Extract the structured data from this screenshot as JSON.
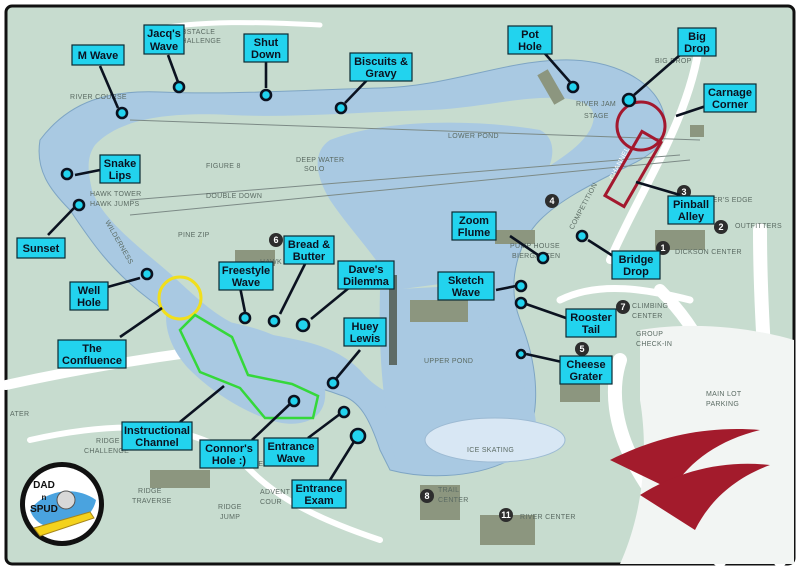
{
  "callouts": [
    {
      "id": "m-wave",
      "lines": [
        "M Wave"
      ],
      "icon": "spot-marker"
    },
    {
      "id": "jacqs-wave",
      "lines": [
        "Jacq's",
        "Wave"
      ],
      "icon": "spot-marker"
    },
    {
      "id": "shut-down",
      "lines": [
        "Shut",
        "Down"
      ],
      "icon": "spot-marker"
    },
    {
      "id": "biscuits-gravy",
      "lines": [
        "Biscuits &",
        "Gravy"
      ],
      "icon": "spot-marker"
    },
    {
      "id": "pot-hole",
      "lines": [
        "Pot",
        "Hole"
      ],
      "icon": "spot-marker"
    },
    {
      "id": "big-drop",
      "lines": [
        "Big",
        "Drop"
      ],
      "icon": "spot-marker"
    },
    {
      "id": "carnage-corner",
      "lines": [
        "Carnage",
        "Corner"
      ],
      "icon": "circle-outline"
    },
    {
      "id": "snake-lips",
      "lines": [
        "Snake",
        "Lips"
      ],
      "icon": "spot-marker"
    },
    {
      "id": "sunset",
      "lines": [
        "Sunset"
      ],
      "icon": "spot-marker"
    },
    {
      "id": "pinball-alley",
      "lines": [
        "Pinball",
        "Alley"
      ],
      "icon": "channel-box"
    },
    {
      "id": "zoom-flume",
      "lines": [
        "Zoom",
        "Flume"
      ],
      "icon": "spot-marker"
    },
    {
      "id": "bread-butter",
      "lines": [
        "Bread &",
        "Butter"
      ],
      "icon": "spot-marker"
    },
    {
      "id": "freestyle-wave",
      "lines": [
        "Freestyle",
        "Wave"
      ],
      "icon": "spot-marker"
    },
    {
      "id": "daves-dilemma",
      "lines": [
        "Dave's",
        "Dilemma"
      ],
      "icon": "spot-marker"
    },
    {
      "id": "bridge-drop",
      "lines": [
        "Bridge",
        "Drop"
      ],
      "icon": "spot-marker"
    },
    {
      "id": "well-hole",
      "lines": [
        "Well",
        "Hole"
      ],
      "icon": "spot-marker"
    },
    {
      "id": "sketch-wave",
      "lines": [
        "Sketch",
        "Wave"
      ],
      "icon": "spot-marker"
    },
    {
      "id": "rooster-tail",
      "lines": [
        "Rooster",
        "Tail"
      ],
      "icon": "spot-marker"
    },
    {
      "id": "the-confluence",
      "lines": [
        "The",
        "Confluence"
      ],
      "icon": "circle-outline"
    },
    {
      "id": "huey-lewis",
      "lines": [
        "Huey",
        "Lewis"
      ],
      "icon": "spot-marker"
    },
    {
      "id": "cheese-grater",
      "lines": [
        "Cheese",
        "Grater"
      ],
      "icon": "spot-marker"
    },
    {
      "id": "instructional-channel",
      "lines": [
        "Instructional",
        "Channel"
      ],
      "icon": "channel-outline"
    },
    {
      "id": "connors-hole",
      "lines": [
        "Connor's",
        "Hole :)"
      ],
      "icon": "spot-marker"
    },
    {
      "id": "entrance-wave",
      "lines": [
        "Entrance",
        "Wave"
      ],
      "icon": "spot-marker"
    },
    {
      "id": "entrance-exam",
      "lines": [
        "Entrance",
        "Exam"
      ],
      "icon": "spot-marker"
    }
  ],
  "base_labels": [
    {
      "id": "obstacle-challenge",
      "lines": [
        "OBSTACLE",
        "CHALLENGE"
      ]
    },
    {
      "id": "river-course",
      "lines": [
        "RIVER COURSE"
      ]
    },
    {
      "id": "big-drop-label",
      "lines": [
        "BIG DROP"
      ]
    },
    {
      "id": "river-jam-stage",
      "lines": [
        "RIVER JAM",
        "STAGE"
      ]
    },
    {
      "id": "lower-pond",
      "lines": [
        "LOWER POND"
      ]
    },
    {
      "id": "figure-8",
      "lines": [
        "FIGURE 8"
      ]
    },
    {
      "id": "deep-water-solo",
      "lines": [
        "DEEP WATER",
        "SOLO"
      ]
    },
    {
      "id": "hawk-tower",
      "lines": [
        "HAWK TOWER",
        "HAWK JUMPS"
      ]
    },
    {
      "id": "double-down",
      "lines": [
        "DOUBLE DOWN"
      ]
    },
    {
      "id": "pine-zip",
      "lines": [
        "PINE ZIP"
      ]
    },
    {
      "id": "hawk-island",
      "lines": [
        "HAWK ISL"
      ]
    },
    {
      "id": "wilderness",
      "lines": [
        "WILDERNESS"
      ]
    },
    {
      "id": "competition-channel",
      "lines": [
        "COMPETITION"
      ]
    },
    {
      "id": "channel-label",
      "lines": [
        "CHANNEL"
      ]
    },
    {
      "id": "pumphouse-biergarten",
      "lines": [
        "PUMP HOUSE",
        "BIERGARTEN"
      ]
    },
    {
      "id": "rivers-edge",
      "lines": [
        "RIVER'S EDGE"
      ]
    },
    {
      "id": "outfitters",
      "lines": [
        "OUTFITTERS"
      ]
    },
    {
      "id": "dickson-center",
      "lines": [
        "DICKSON CENTER"
      ]
    },
    {
      "id": "climbing-center",
      "lines": [
        "CLIMBING",
        "CENTER"
      ]
    },
    {
      "id": "group-checkin",
      "lines": [
        "GROUP",
        "CHECK-IN"
      ]
    },
    {
      "id": "upper-pond",
      "lines": [
        "UPPER POND"
      ]
    },
    {
      "id": "ice-skating",
      "lines": [
        "ICE SKATING"
      ]
    },
    {
      "id": "main-lot-parking",
      "lines": [
        "MAIN LOT",
        "PARKING"
      ]
    },
    {
      "id": "trail-center",
      "lines": [
        "TRAIL",
        "CENTER"
      ]
    },
    {
      "id": "river-center",
      "lines": [
        "RIVER CENTER"
      ]
    },
    {
      "id": "ridge-challenge",
      "lines": [
        "RIDGE",
        "CHALLENGE"
      ]
    },
    {
      "id": "ridge-traverse",
      "lines": [
        "RIDGE",
        "TRAVERSE"
      ]
    },
    {
      "id": "ridge-jump",
      "lines": [
        "RIDGE",
        "JUMP"
      ]
    },
    {
      "id": "adventure-course",
      "lines": [
        "ADVENT",
        "COUR"
      ]
    },
    {
      "id": "ridge-course",
      "lines": [
        "RSE"
      ]
    },
    {
      "id": "water-label",
      "lines": [
        "ATER"
      ]
    }
  ],
  "numbered_pins": [
    "6",
    "4",
    "3",
    "2",
    "1",
    "7",
    "5",
    "8",
    "11"
  ],
  "logo": {
    "line1": "DAD",
    "line2": "n",
    "line3": "SPUD"
  },
  "colors": {
    "water": "#a9c9e2",
    "land": "#c7dccf",
    "path": "#ffffff",
    "callout": "#22d3ee",
    "highlight_red": "#a3182e",
    "highlight_yellow": "#f1df1c",
    "highlight_green": "#35d83a",
    "logo_arrow": "#a31b2c"
  }
}
